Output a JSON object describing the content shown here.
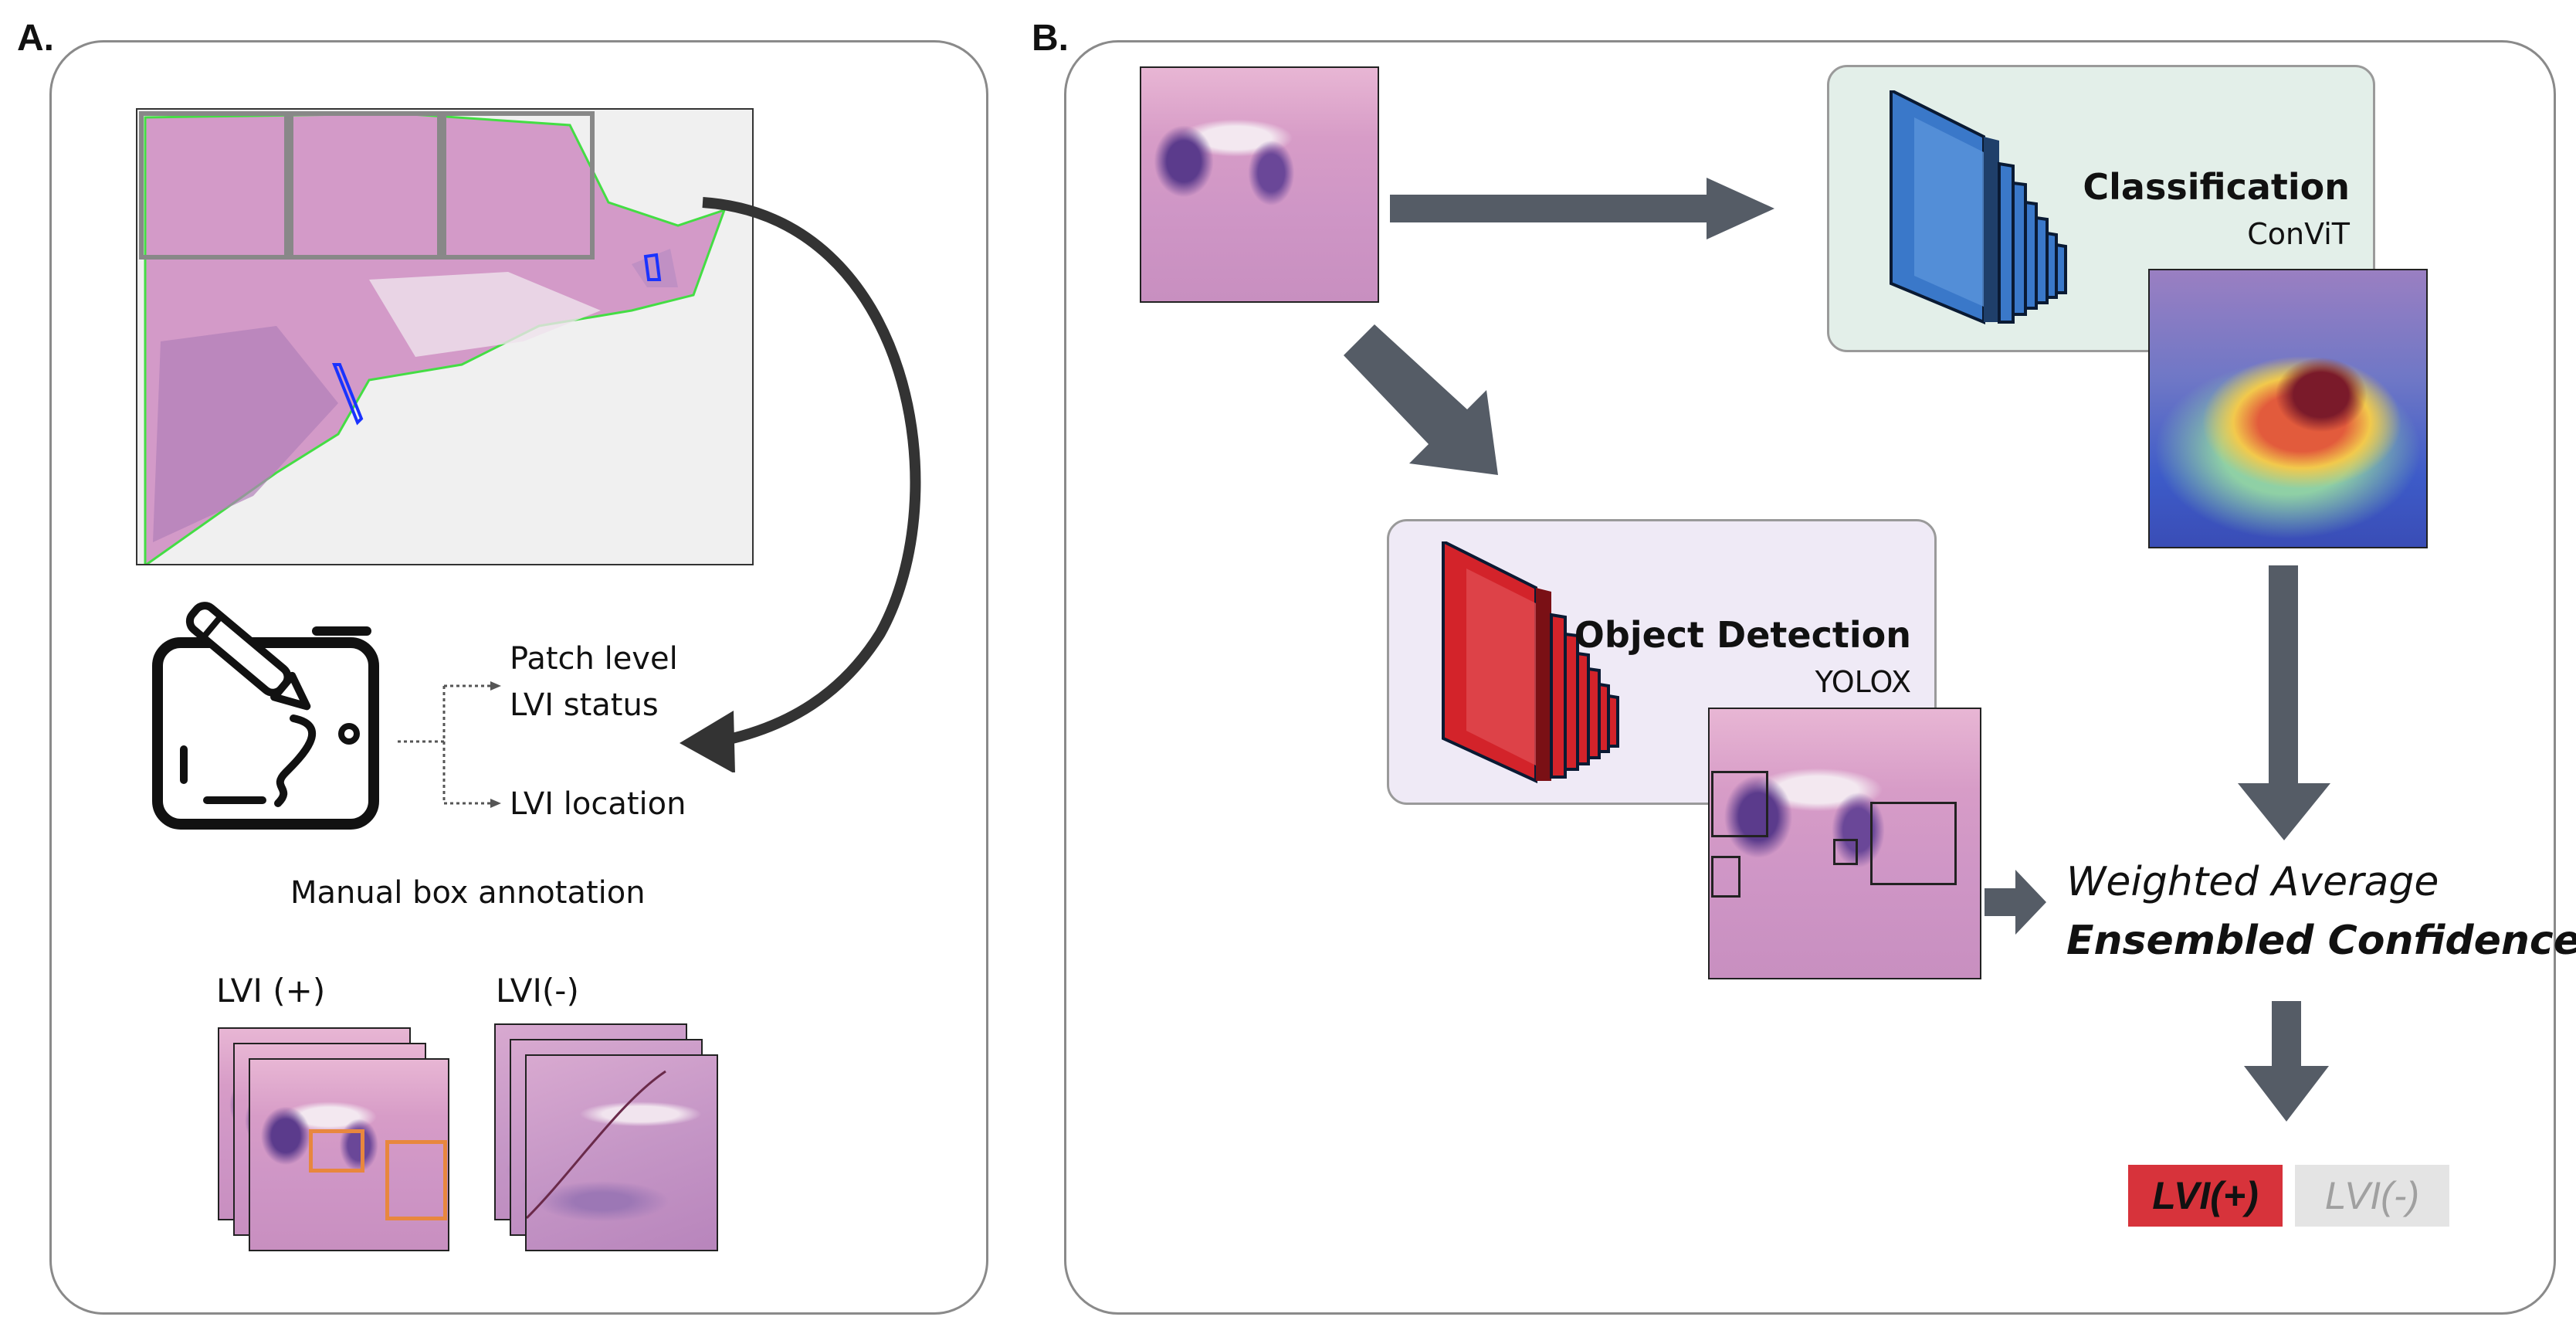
{
  "panel_a": {
    "label": "A.",
    "annotation_outputs": [
      "Patch level",
      "LVI status",
      "LVI location"
    ],
    "caption": "Manual box annotation",
    "positive_label": "LVI (+)",
    "negative_label": "LVI(-)"
  },
  "panel_b": {
    "label": "B.",
    "classification": {
      "title": "Classification",
      "model": "ConViT"
    },
    "detection": {
      "title": "Object Detection",
      "model": "YOLOX"
    },
    "ensemble": {
      "line1": "Weighted Average",
      "line2": "Ensembled Confidence"
    },
    "result_positive": "LVI(+)",
    "result_negative": "LVI(-)"
  },
  "colors": {
    "panel_border": "#8a8a8a",
    "arrow": "#555c66",
    "classification_bg": "#e3efe9",
    "detection_bg": "#efeaf6",
    "classification_accent": "#3a78c9",
    "detection_accent": "#d3232a",
    "positive_badge": "#d7333b",
    "negative_badge": "#e4e4e4",
    "annotation_box": "#e8873e"
  }
}
